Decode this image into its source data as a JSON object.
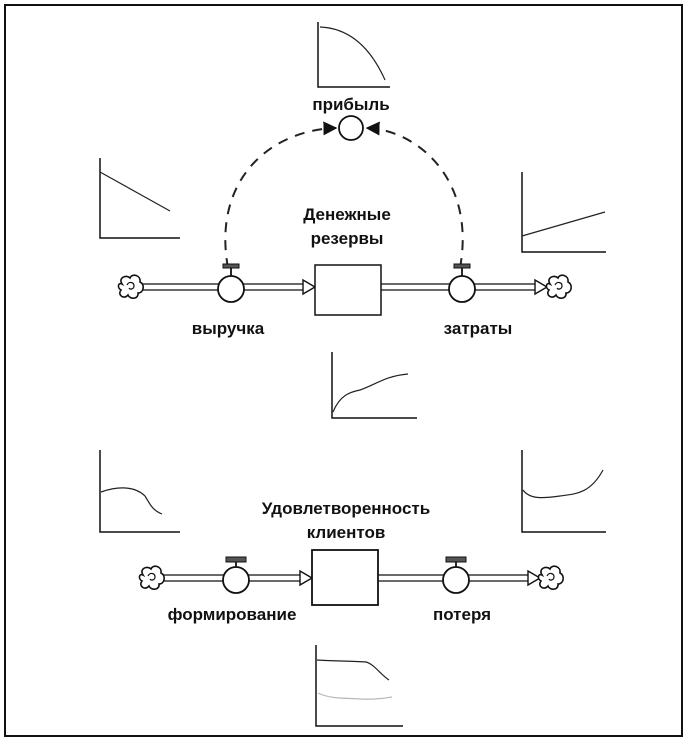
{
  "labels": {
    "profit": "прибыль",
    "cash_reserves_line1": "Денежные",
    "cash_reserves_line2": "резервы",
    "revenue": "выручка",
    "costs": "затраты",
    "satisfaction_line1": "Удовлетворенность",
    "satisfaction_line2": "клиентов",
    "formation": "формирование",
    "loss": "потеря"
  },
  "colors": {
    "ink": "#111111",
    "background": "#ffffff",
    "faint_series": "#b8b8b8"
  },
  "icons": [
    "cloud-source-icon",
    "cloud-sink-icon",
    "valve-icon",
    "converter-icon",
    "arrowhead-icon"
  ]
}
